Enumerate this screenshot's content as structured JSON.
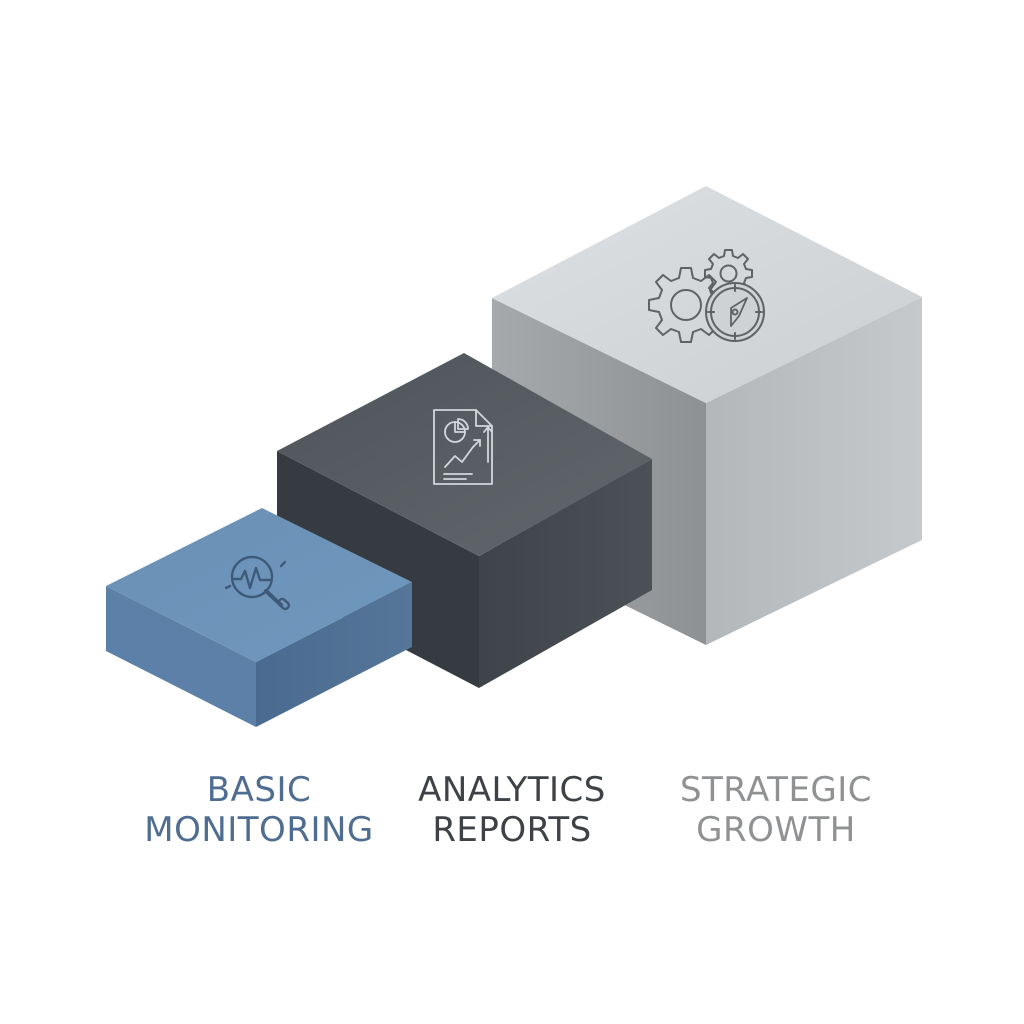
{
  "tiers": [
    {
      "id": "basic",
      "icon": "magnifier-pulse-icon",
      "label_lines": [
        "BASIC",
        "MONITORING"
      ],
      "colors": {
        "top": "#6B91B7",
        "left": "#5C80A7",
        "right": "#4D6E92",
        "icon": "#3E5A78",
        "label": "#4E6D91"
      }
    },
    {
      "id": "analytics",
      "icon": "report-chart-icon",
      "label_lines": [
        "ANALYTICS",
        "REPORTS"
      ],
      "colors": {
        "top": "#575E63",
        "left": "#353B41",
        "right": "#474C53",
        "icon": "#D2D7DB",
        "label": "#3E4247"
      }
    },
    {
      "id": "strategic",
      "icon": "gears-compass-icon",
      "label_lines": [
        "STRATEGIC",
        "GROWTH"
      ],
      "colors": {
        "top": "#D5D8DA",
        "left": "#9A9D9F",
        "right": "#BCBFC1",
        "icon": "#5F6365",
        "label": "#8F9193"
      }
    }
  ]
}
